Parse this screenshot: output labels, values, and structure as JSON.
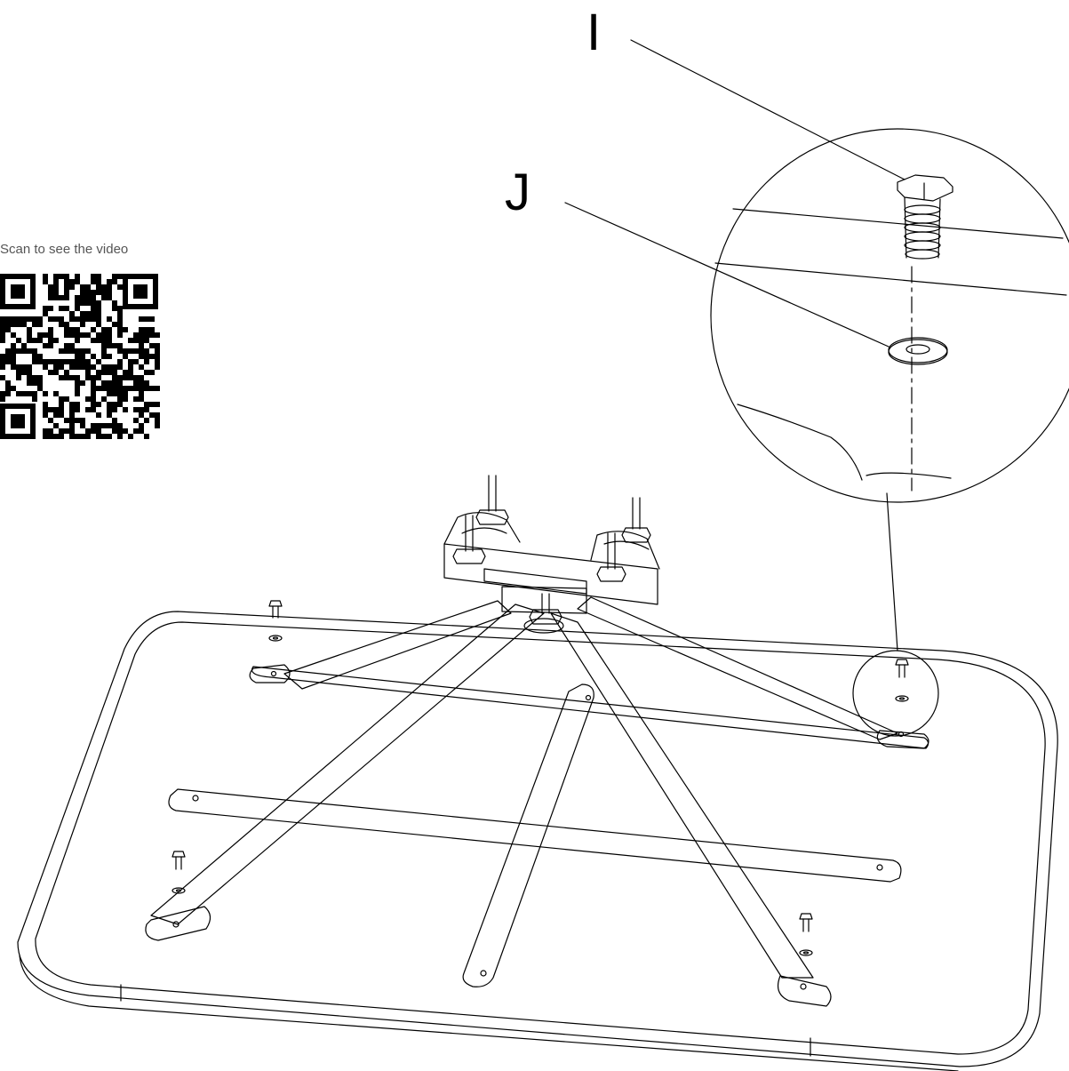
{
  "qr": {
    "caption": "Scan to see the video"
  },
  "callouts": {
    "i": "I",
    "j": "J"
  },
  "colors": {
    "line": "#000000",
    "background": "#ffffff",
    "caption": "#555555"
  },
  "parts": {
    "i": "bolt-icon",
    "j": "washer-icon"
  }
}
